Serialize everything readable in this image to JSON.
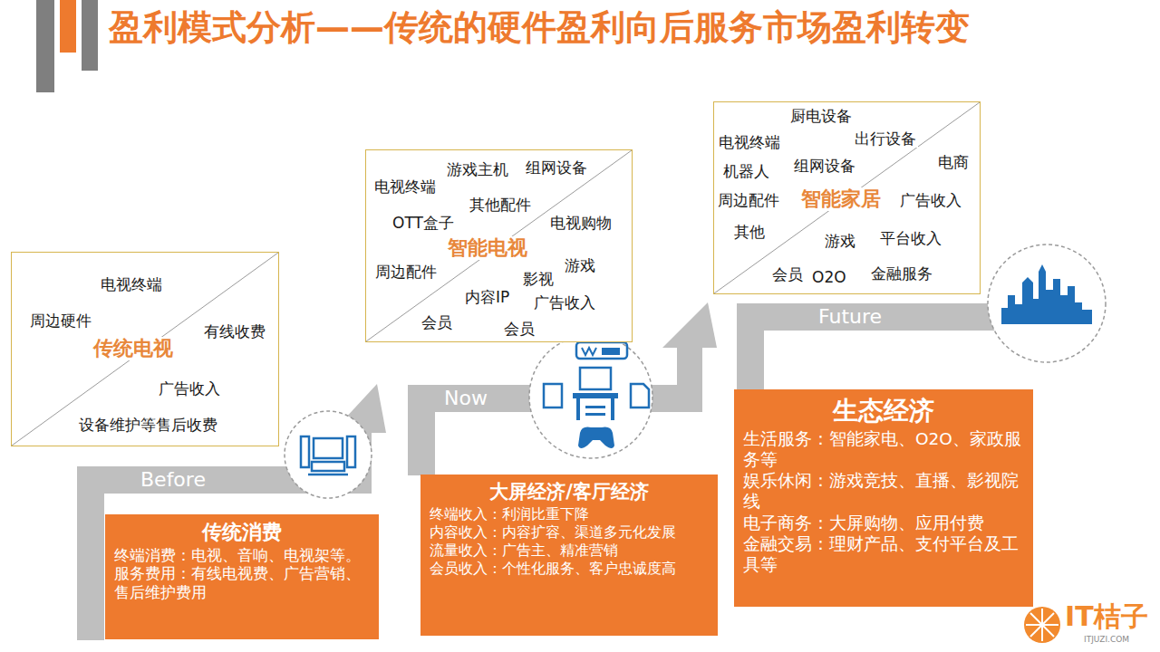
{
  "diagram": {
    "title": "盈利模式分析——传统的硬件盈利向后服务市场盈利转变",
    "nodes": [
      {
        "text": [
          "电视终端",
          "周边硬件",
          "传统电视",
          "有线收费",
          "广告收入",
          "设备维护等售后收费"
        ]
      },
      {
        "text": [
          "游戏主机",
          "组网设备",
          "电视终端",
          "其他配件",
          "OTT盒子",
          "电视购物",
          "智能电视",
          "游戏",
          "周边配件",
          "影视",
          "内容IP",
          "广告收入",
          "会员",
          "会员"
        ]
      },
      {
        "text": [
          "厨电设备",
          "出行设备",
          "电视终端",
          "电商",
          "机器人",
          "组网设备",
          "周边配件",
          "智能家居",
          "广告收入",
          "其他",
          "平台收入",
          "游戏",
          "金融服务",
          "会员",
          "O2O"
        ]
      },
      {
        "text": [
          "传统消费",
          "终端消费：电视、音响、电视架等。",
          "服务费用：有线电视费、广告营销、售后维护费用"
        ]
      },
      {
        "text": [
          "大屏经济/客厅经济",
          "终端收入：利润比重下降",
          "内容收入：内容扩容、渠道多元化发展",
          "流量收入：广告主、精准营销",
          "会员收入：个性化服务、客户忠诚度高"
        ]
      },
      {
        "text": [
          "生态经济",
          "生活服务：智能家电、O2O、家政服务等",
          "娱乐休闲：游戏竞技、直播、影视院线",
          "电子商务：大屏购物、应用付费",
          "金融交易：理财产品、支付平台及工具等"
        ]
      }
    ],
    "labels": [
      "Before",
      "Now",
      "Future",
      "IT桔子",
      "ITJUZI.COM"
    ]
  }
}
